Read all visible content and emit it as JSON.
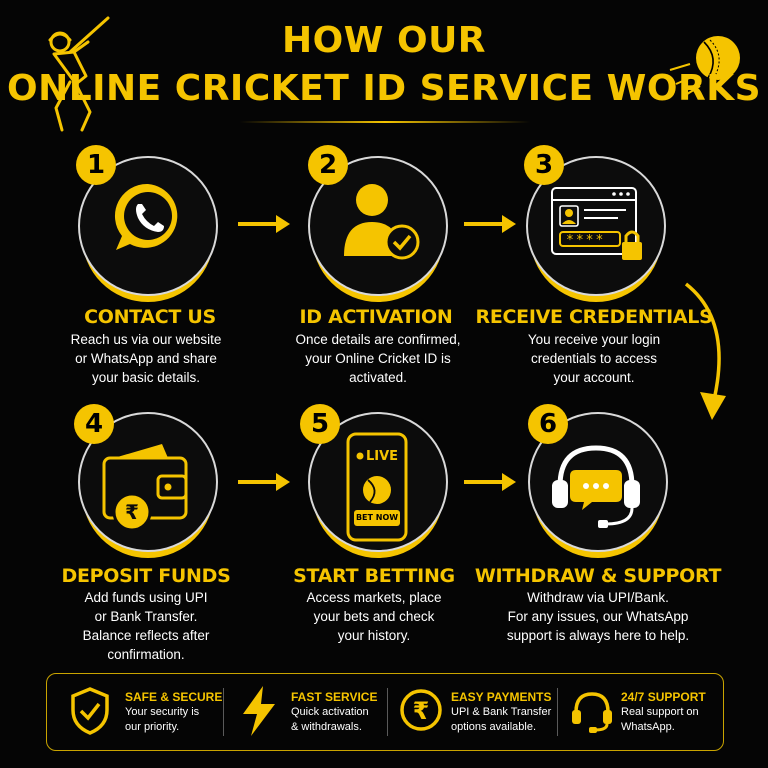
{
  "header": {
    "title_line1": "HOW OUR",
    "title_line2": "ONLINE CRICKET ID SERVICE WORKS"
  },
  "steps": [
    {
      "number": "1",
      "title": "CONTACT US",
      "desc": [
        "Reach us via our website",
        "or WhatsApp and share",
        "your basic details."
      ],
      "icon": "whatsapp-icon"
    },
    {
      "number": "2",
      "title": "ID ACTIVATION",
      "desc": [
        "Once details are confirmed,",
        "your Online Cricket ID is",
        "activated."
      ],
      "icon": "user-check-icon"
    },
    {
      "number": "3",
      "title": "RECEIVE CREDENTIALS",
      "desc": [
        "You receive your login",
        "credentials to access",
        "your account."
      ],
      "icon": "login-window-icon"
    },
    {
      "number": "4",
      "title": "DEPOSIT FUNDS",
      "desc": [
        "Add funds using UPI",
        "or Bank Transfer.",
        "Balance reflects after",
        "confirmation."
      ],
      "icon": "wallet-rupee-icon"
    },
    {
      "number": "5",
      "title": "START BETTING",
      "desc": [
        "Access markets, place",
        "your bets and check",
        "your history."
      ],
      "icon": "phone-live-icon",
      "live_label": "LIVE",
      "bet_label": "BET NOW"
    },
    {
      "number": "6",
      "title": "WITHDRAW & SUPPORT",
      "desc": [
        "Withdraw via UPI/Bank.",
        "For any issues, our WhatsApp",
        "support is always here to help."
      ],
      "icon": "headset-chat-icon"
    }
  ],
  "password_mask": "****",
  "features": [
    {
      "title": "SAFE & SECURE",
      "desc": [
        "Your security is",
        "our priority."
      ],
      "icon": "shield-check-icon"
    },
    {
      "title": "FAST SERVICE",
      "desc": [
        "Quick activation",
        "& withdrawals."
      ],
      "icon": "lightning-icon"
    },
    {
      "title": "EASY PAYMENTS",
      "desc": [
        "UPI & Bank Transfer",
        "options available."
      ],
      "icon": "rupee-icon"
    },
    {
      "title": "24/7 SUPPORT",
      "desc": [
        "Real support on",
        "WhatsApp."
      ],
      "icon": "headset-icon"
    }
  ],
  "colors": {
    "accent": "#f5c400",
    "background": "#050505",
    "text": "#ffffff"
  }
}
